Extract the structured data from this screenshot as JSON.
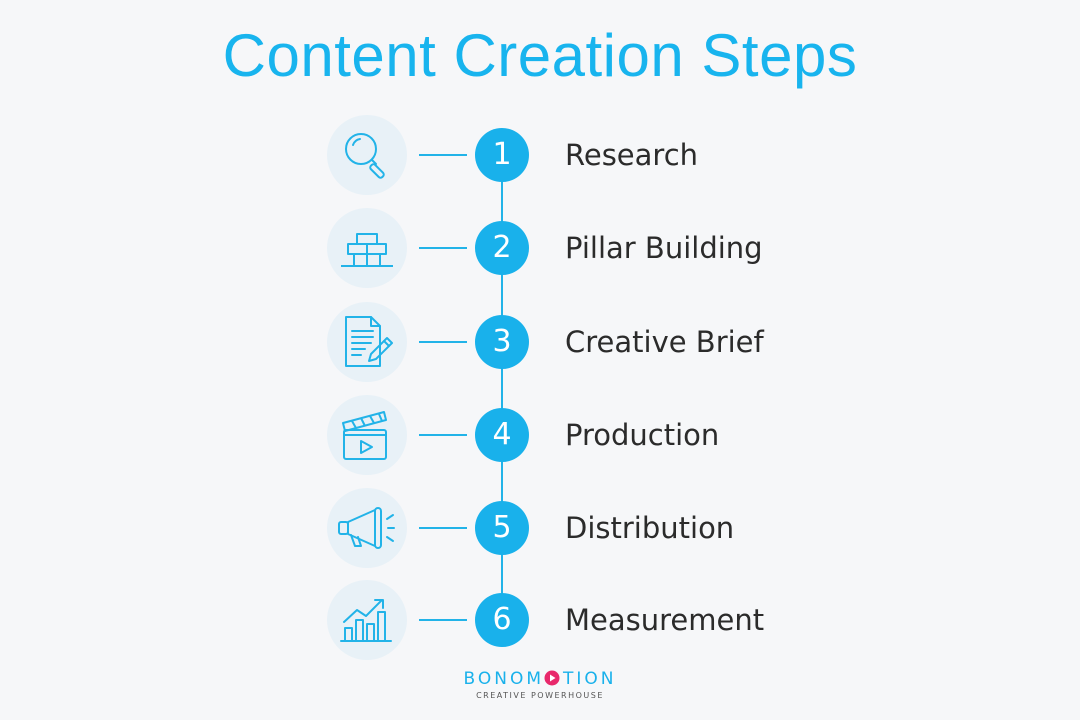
{
  "title": "Content Creation Steps",
  "accent_color": "#19b1eb",
  "steps": [
    {
      "number": "1",
      "label": "Research",
      "icon": "magnifier-icon"
    },
    {
      "number": "2",
      "label": "Pillar Building",
      "icon": "bricks-icon"
    },
    {
      "number": "3",
      "label": "Creative Brief",
      "icon": "document-pencil-icon"
    },
    {
      "number": "4",
      "label": "Production",
      "icon": "clapperboard-play-icon"
    },
    {
      "number": "5",
      "label": "Distribution",
      "icon": "megaphone-icon"
    },
    {
      "number": "6",
      "label": "Measurement",
      "icon": "bar-chart-arrow-icon"
    }
  ],
  "logo": {
    "wordmark": "BONOMOTION",
    "tagline": "CREATIVE POWERHOUSE",
    "play_color": "#e8286b"
  }
}
